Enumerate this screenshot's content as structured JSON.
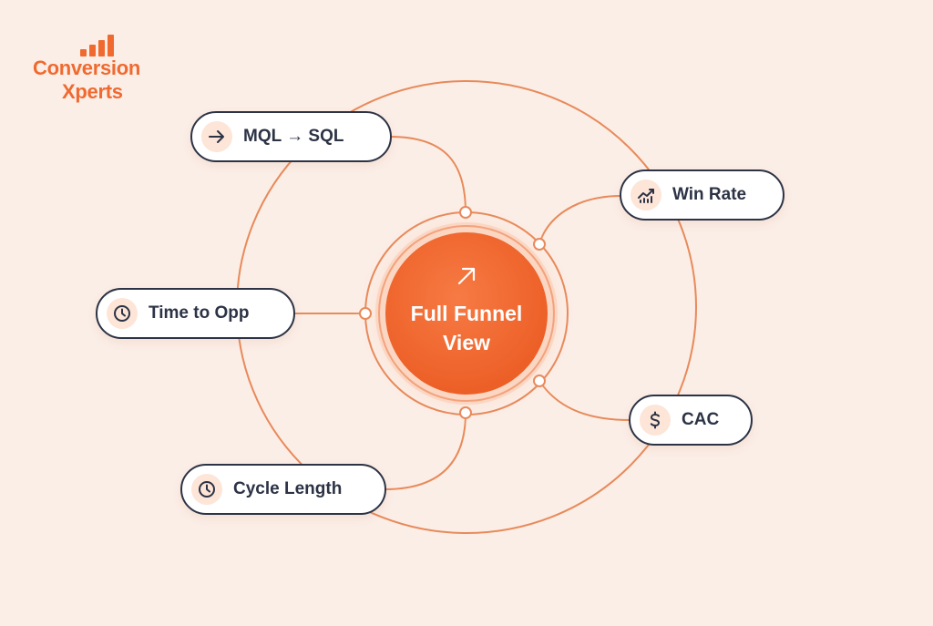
{
  "brand": {
    "line1": "Conversion",
    "line2": "Xperts",
    "logo_icon": "bar-chart-icon",
    "color": "#f06a30"
  },
  "center": {
    "label_line1": "Full Funnel",
    "label_line2": "View",
    "icon": "arrow-up-right-icon",
    "color": "#f26a33"
  },
  "nodes": [
    {
      "id": "mql-sql",
      "label": "MQL → SQL",
      "icon": "arrow-right-icon"
    },
    {
      "id": "win-rate",
      "label": "Win Rate",
      "icon": "trend-up-chart-icon"
    },
    {
      "id": "time-to-opp",
      "label": "Time to Opp",
      "icon": "clock-icon"
    },
    {
      "id": "cac",
      "label": "CAC",
      "icon": "dollar-icon"
    },
    {
      "id": "cycle-length",
      "label": "Cycle Length",
      "icon": "clock-icon"
    }
  ],
  "colors": {
    "background": "#fbeee7",
    "line": "#e88a5a",
    "pill_border": "#2c3345",
    "text": "#2c3345",
    "icon_bg": "#fde5d8"
  }
}
